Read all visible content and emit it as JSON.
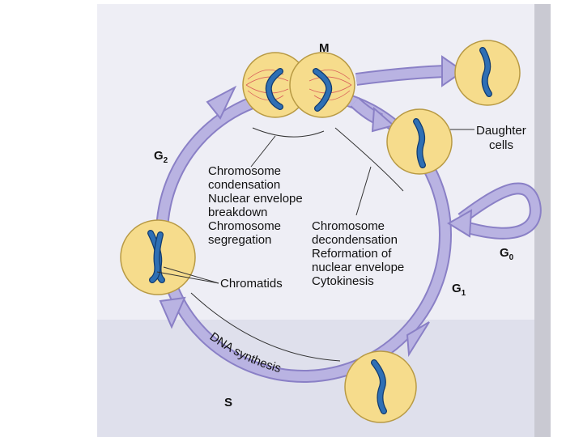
{
  "colors": {
    "page_background": "#e9e9f1",
    "backdrop_text_panel": "#dadbe8",
    "arrow_fill": "#b9b3e2",
    "arrow_stroke": "#8a80c6",
    "cell_fill": "#f6dc8c",
    "cell_stroke": "#b89a44",
    "chromosome_fill": "#2e6fb4",
    "chromosome_stroke": "#123b6e",
    "spindle": "#d9605a",
    "label_text": "#111111"
  },
  "icons": {
    "cell": "cell-icon",
    "chromosome": "chromosome-icon",
    "arrow": "cycle-arrow-icon"
  },
  "phases": {
    "m": "M",
    "g2_letter": "G",
    "g2_sub": "2",
    "s": "S",
    "g1_letter": "G",
    "g1_sub": "1",
    "g0_letter": "G",
    "g0_sub": "0"
  },
  "dna_synthesis": "DNA synthesis",
  "labels": {
    "mitosis_events": [
      "Chromosome",
      "condensation",
      "Nuclear envelope",
      "breakdown",
      "Chromosome",
      "segregation"
    ],
    "telophase_events": [
      "Chromosome",
      "decondensation",
      "Reformation of",
      "nuclear envelope",
      "Cytokinesis"
    ],
    "chromatids": "Chromatids",
    "daughter_cells": [
      "Daughter",
      "cells"
    ]
  }
}
